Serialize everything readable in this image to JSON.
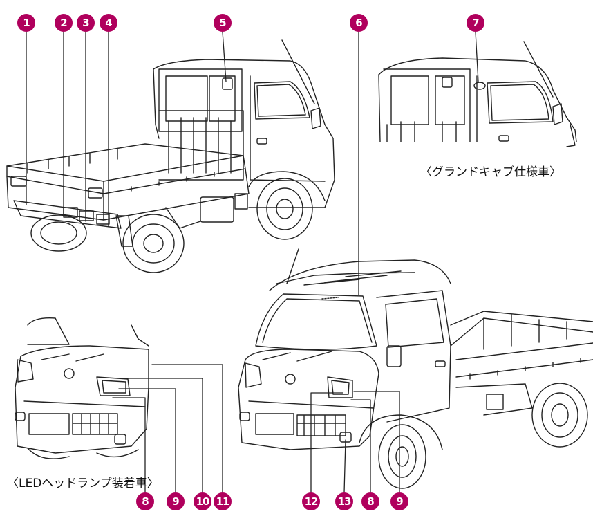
{
  "callouts": {
    "c1": "1",
    "c2": "2",
    "c3": "3",
    "c4": "4",
    "c5": "5",
    "c6": "6",
    "c7": "7",
    "c8a": "8",
    "c9a": "9",
    "c10": "10",
    "c11": "11",
    "c12": "12",
    "c13": "13",
    "c8b": "8",
    "c9b": "9"
  },
  "captions": {
    "grand_cab": "〈グランドキャブ仕様車〉",
    "led_headlamp": "〈LEDヘッドランプ装着車〉"
  },
  "colors": {
    "callout": "#b0005d",
    "line": "#222222"
  }
}
